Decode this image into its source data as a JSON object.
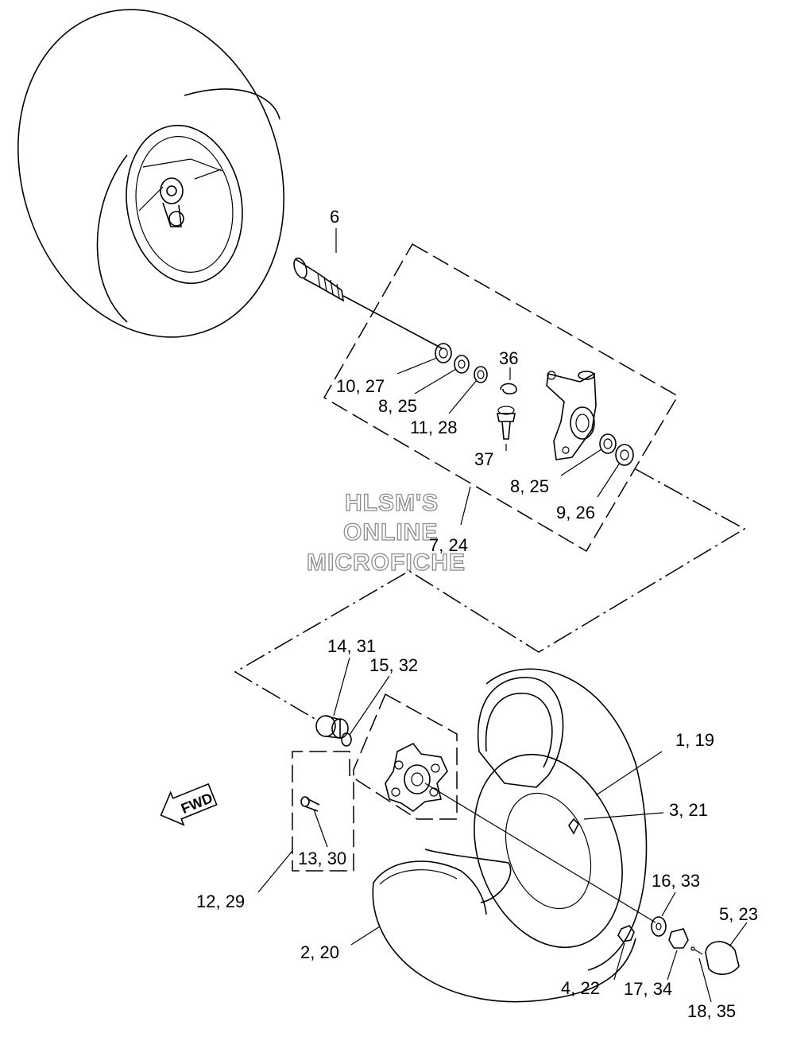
{
  "watermark": {
    "line1": "HLSM'S",
    "line2": "ONLINE",
    "line3": "MICROFICHE"
  },
  "fwd_label": "FWD",
  "callouts": {
    "c6": "6",
    "c36": "36",
    "c10_27": "10, 27",
    "c8_25_a": "8, 25",
    "c11_28": "11, 28",
    "c37": "37",
    "c8_25_b": "8, 25",
    "c9_26": "9, 26",
    "c7_24": "7, 24",
    "c14_31": "14, 31",
    "c15_32": "15, 32",
    "c1_19": "1, 19",
    "c3_21": "3, 21",
    "c13_30": "13, 30",
    "c12_29": "12, 29",
    "c16_33": "16, 33",
    "c5_23": "5, 23",
    "c2_20": "2, 20",
    "c4_22": "4, 22",
    "c17_34": "17, 34",
    "c18_35": "18, 35"
  }
}
